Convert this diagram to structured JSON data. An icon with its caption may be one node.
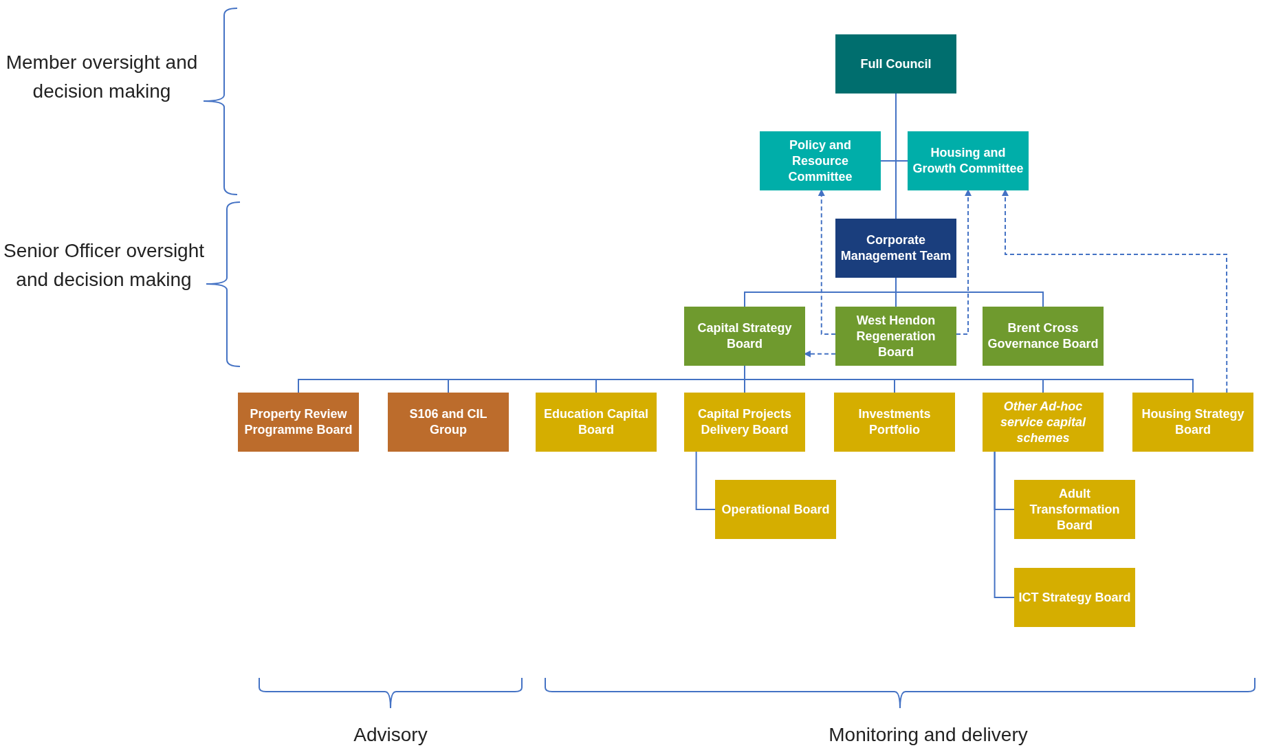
{
  "diagram": {
    "nodes": [
      {
        "text": [
          "Full Council"
        ]
      },
      {
        "text": [
          "Policy and Resource Committee"
        ]
      },
      {
        "text": [
          "Housing and Growth Committee"
        ]
      },
      {
        "text": [
          "Corporate Management Team"
        ]
      },
      {
        "text": [
          "Capital Strategy Board"
        ]
      },
      {
        "text": [
          "West Hendon Regeneration Board"
        ]
      },
      {
        "text": [
          "Brent Cross Governance Board"
        ]
      },
      {
        "text": [
          "Property Review Programme Board"
        ]
      },
      {
        "text": [
          "S106 and CIL Group"
        ]
      },
      {
        "text": [
          "Education Capital Board"
        ]
      },
      {
        "text": [
          "Capital Projects Delivery Board"
        ]
      },
      {
        "text": [
          "Investments Portfolio"
        ]
      },
      {
        "text": [
          "Other Ad-hoc service capital schemes"
        ]
      },
      {
        "text": [
          "Housing Strategy Board"
        ]
      },
      {
        "text": [
          "Operational Board"
        ]
      },
      {
        "text": [
          "Adult Transformation Board"
        ]
      },
      {
        "text": [
          "ICT Strategy Board"
        ]
      }
    ],
    "edges": [
      {
        "from": 0,
        "to": 3,
        "arrow": "none"
      },
      {
        "from": 1,
        "to": 2,
        "arrow": "none"
      },
      {
        "from": 3,
        "to": 4,
        "arrow": "none"
      },
      {
        "from": 3,
        "to": 5,
        "arrow": "none"
      },
      {
        "from": 3,
        "to": 6,
        "arrow": "none"
      },
      {
        "from": 5,
        "to": 1,
        "arrow": "to",
        "style": "dashed"
      },
      {
        "from": 5,
        "to": 2,
        "arrow": "to",
        "style": "dashed"
      },
      {
        "from": 5,
        "to": 4,
        "arrow": "to",
        "style": "dashed"
      },
      {
        "from": 4,
        "to": 7,
        "arrow": "none"
      },
      {
        "from": 4,
        "to": 8,
        "arrow": "none"
      },
      {
        "from": 4,
        "to": 9,
        "arrow": "none"
      },
      {
        "from": 4,
        "to": 10,
        "arrow": "none"
      },
      {
        "from": 4,
        "to": 11,
        "arrow": "none"
      },
      {
        "from": 4,
        "to": 12,
        "arrow": "none"
      },
      {
        "from": 4,
        "to": 13,
        "arrow": "none"
      },
      {
        "from": 13,
        "to": 2,
        "arrow": "to",
        "style": "dashed"
      },
      {
        "from": 10,
        "to": 14,
        "arrow": "none"
      },
      {
        "from": 12,
        "to": 15,
        "arrow": "none"
      },
      {
        "from": 12,
        "to": 16,
        "arrow": "none"
      }
    ],
    "labels": [
      "Member oversight and decision making",
      "Senior Officer oversight and decision making",
      "Advisory",
      "Monitoring and delivery"
    ]
  }
}
